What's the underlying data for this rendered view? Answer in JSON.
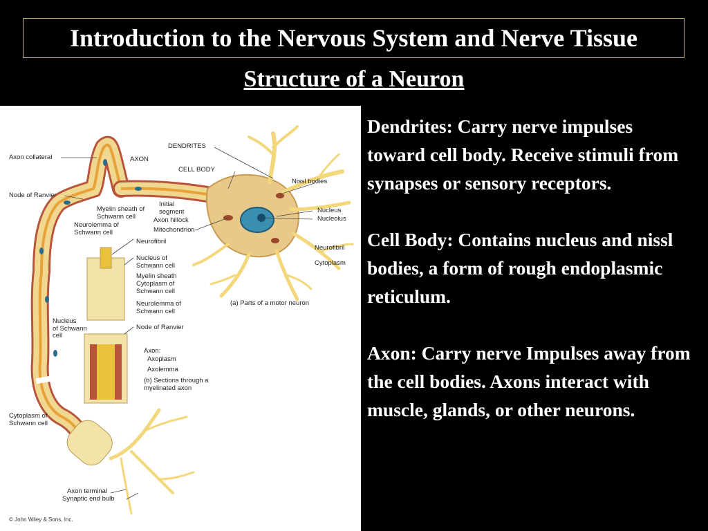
{
  "slide": {
    "title": "Introduction to the Nervous System and Nerve Tissue",
    "subtitle": "Structure of a Neuron"
  },
  "figure": {
    "labels": {
      "axon_collateral": "Axon collateral",
      "axon": "AXON",
      "dendrites": "DENDRITES",
      "cell_body": "CELL BODY",
      "nissl_bodies": "Nissl bodies",
      "node_of_ranvier": "Node of Ranvier",
      "myelin_sheath_schwann": "Myelin sheath of\nSchwann cell",
      "initial_segment": "Initial\nsegment",
      "axon_hillock": "Axon hillock",
      "nucleus": "Nucleus",
      "nucleolus": "Nucleolus",
      "neurolemma_schwann": "Neurolemma of\nSchwann cell",
      "mitochondrion": "Mitochondrion",
      "neurofibril_left": "Neurofibril",
      "neurofibril_right": "Neurofibril",
      "nucleus_schwann": "Nucleus of\nSchwann cell",
      "cytoplasm": "Cytoplasm",
      "myelin_sheath": "Myelin sheath",
      "cytoplasm_schwann": "Cytoplasm of\nSchwann cell",
      "neurolemma_schwann_2": "Neurolemma of\nSchwann cell",
      "caption_a": "(a) Parts of a motor neuron",
      "nucleus_of_schwann_cell": "Nucleus\nof Schwann\ncell",
      "node_of_ranvier_2": "Node of Ranvier",
      "axon_sections": "Axon:",
      "axoplasm": "Axoplasm",
      "axolemma": "Axolemma",
      "caption_b": "(b) Sections through a\nmyelinated axon",
      "cytoplasm_schwann_2": "Cytoplasm of\nSchwann cell",
      "axon_terminal": "Axon terminal",
      "synaptic_end_bulb": "Synaptic end bulb",
      "copyright": "© John Wiley & Sons, Inc."
    }
  },
  "text": {
    "paragraphs": [
      "Dendrites:  Carry nerve impulses toward cell body. Receive stimuli from synapses or sensory receptors.",
      "Cell Body:  Contains nucleus and nissl bodies, a form of rough endoplasmic reticulum.",
      "Axon:  Carry nerve Impulses away from the cell bodies. Axons interact with muscle, glands, or other neurons."
    ]
  },
  "colors": {
    "background": "#000000",
    "title_border": "#c9b27a",
    "myelin": "#f0d890",
    "axon_core": "#e8c23a",
    "neurolemma": "#b8553c",
    "dendrite": "#f3d77a",
    "nucleus": "#3a8fb0"
  }
}
